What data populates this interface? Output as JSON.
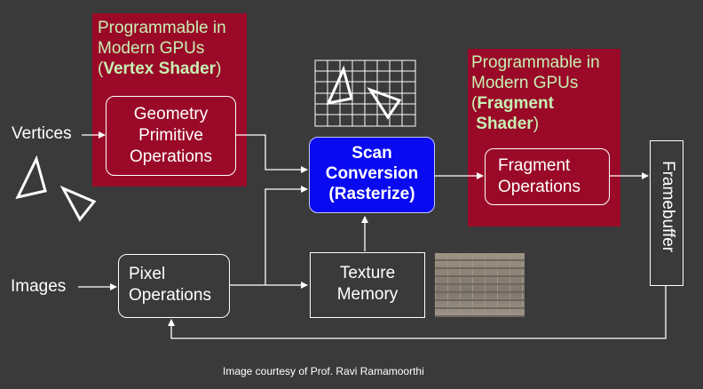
{
  "vertex_panel": {
    "line1": "Programmable in",
    "line2": "Modern GPUs",
    "open": "(",
    "bold": "Vertex Shader",
    "close": ")"
  },
  "fragment_panel": {
    "line1": "Programmable in",
    "line2": "Modern GPUs",
    "open": "(",
    "bold1": "Fragment",
    "bold2": "Shader",
    "close": ")"
  },
  "inputs": {
    "vertices": "Vertices",
    "images": "Images"
  },
  "boxes": {
    "geometry": [
      "Geometry",
      "Primitive",
      "Operations"
    ],
    "scan": [
      "Scan",
      "Conversion",
      "(Rasterize)"
    ],
    "fragment": [
      "Fragment",
      "Operations"
    ],
    "pixel": [
      "Pixel",
      "Operations"
    ],
    "texture": [
      "Texture",
      "Memory"
    ],
    "framebuffer": "Framebuffer"
  },
  "caption": "Image courtesy of Prof. Ravi Ramamoorthi",
  "colors": {
    "background": "#3a3a3a",
    "panel": "#9a0a28",
    "panel_text": "#c7efb3",
    "scan_box": "#0a0af0"
  }
}
